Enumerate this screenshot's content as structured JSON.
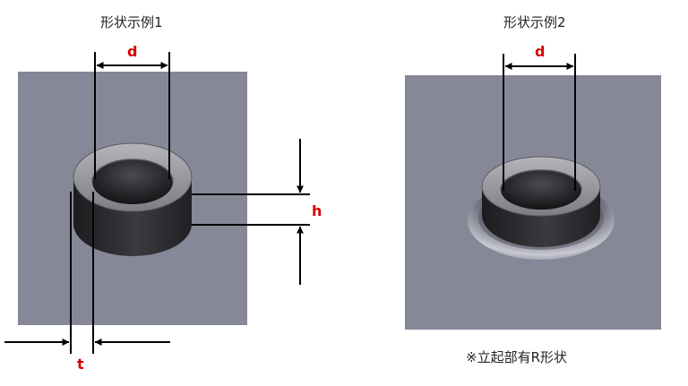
{
  "examples": [
    {
      "title": "形状示例1",
      "labels": {
        "d": "d",
        "h": "h",
        "t": "t"
      }
    },
    {
      "title": "形状示例2",
      "labels": {
        "d": "d"
      },
      "note": "※立起部有R形状"
    }
  ],
  "colors": {
    "plate": "#868898",
    "label": "#d40000",
    "boss_dark": "#262629",
    "boss_light": "#9a9aa0",
    "line": "#000000"
  }
}
